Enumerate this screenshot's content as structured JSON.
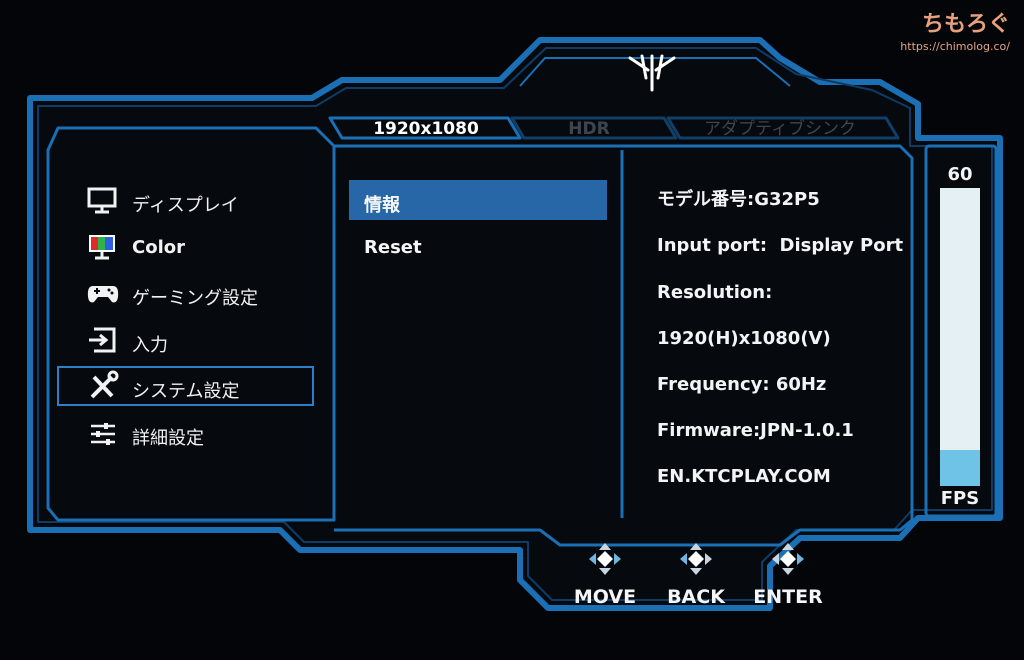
{
  "tabs": [
    {
      "label": "1920x1080",
      "active": true
    },
    {
      "label": "HDR",
      "active": false
    },
    {
      "label": "アダプティブシンク",
      "active": false
    }
  ],
  "menu": {
    "items": [
      {
        "label": "ディスプレイ",
        "icon": "monitor-icon"
      },
      {
        "label": "Color",
        "icon": "color-monitor-icon"
      },
      {
        "label": "ゲーミング設定",
        "icon": "gamepad-icon"
      },
      {
        "label": "入力",
        "icon": "input-icon"
      },
      {
        "label": "システム設定",
        "icon": "tools-icon",
        "selected": true
      },
      {
        "label": "詳細設定",
        "icon": "sliders-icon"
      }
    ]
  },
  "submenu": {
    "items": [
      {
        "label": "情報",
        "active": true
      },
      {
        "label": "Reset",
        "active": false
      }
    ]
  },
  "info": {
    "lines": [
      "モデル番号:G32P5",
      "Input port:  Display Port",
      "Resolution:",
      "1920(H)x1080(V)",
      "Frequency: 60Hz",
      "Firmware:JPN-1.0.1",
      "EN.KTCPLAY.COM"
    ]
  },
  "fps": {
    "value": "60",
    "label": "FPS",
    "level": 0.12
  },
  "nav": {
    "move": "MOVE",
    "back": "BACK",
    "enter": "ENTER"
  },
  "watermark": {
    "main": "ちもろぐ",
    "url": "https://chimolog.co/"
  },
  "colors": {
    "frame": "#1a6fb5",
    "highlight": "#2767a8",
    "fps_fill": "#6ec3e6",
    "fps_bar": "#e4f0f4"
  }
}
